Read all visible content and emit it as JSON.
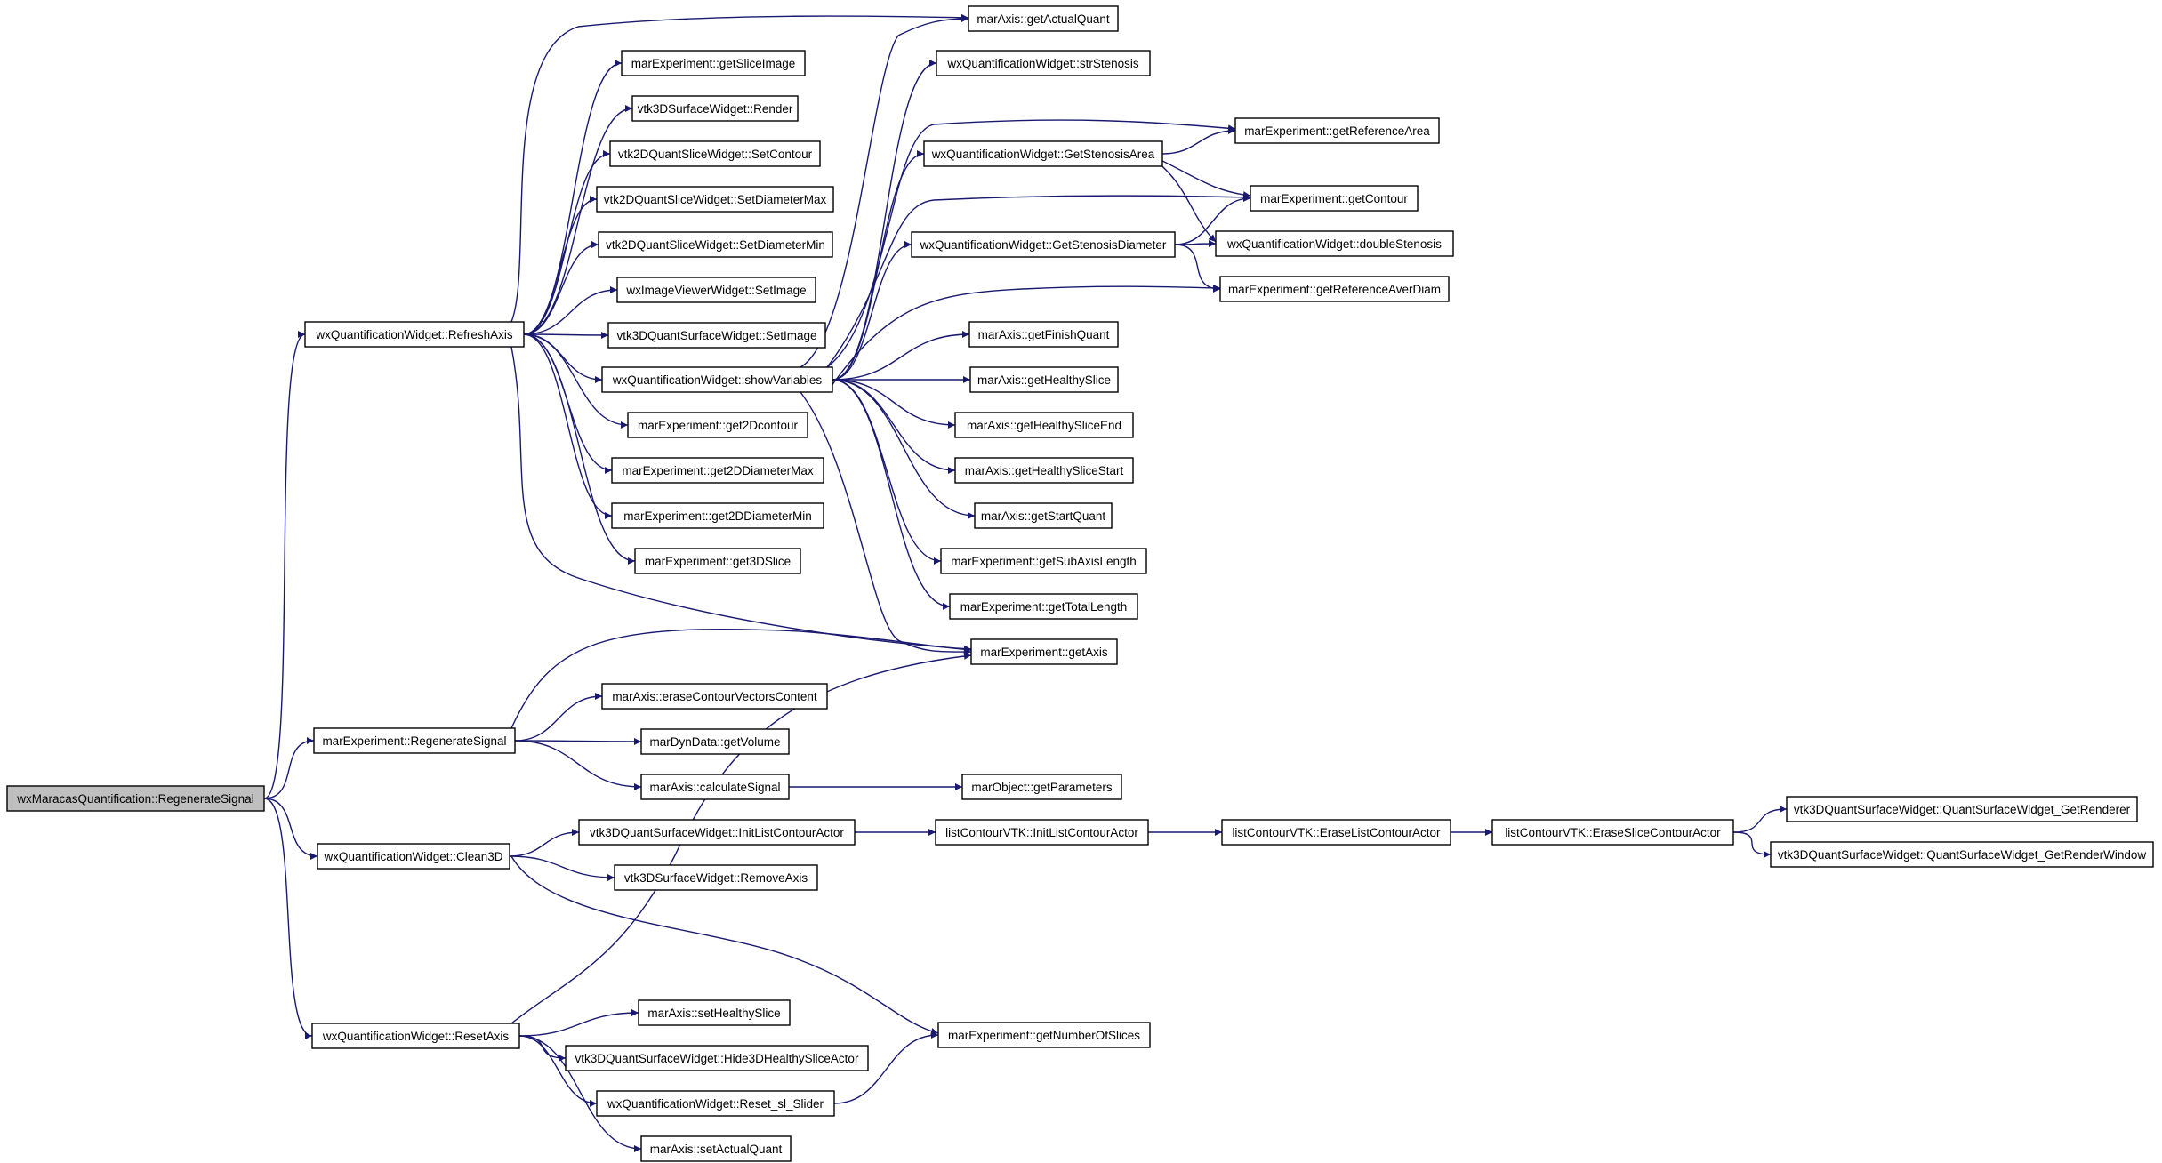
{
  "colors": {
    "edge": "#191970",
    "root_fill": "#bfbfbf",
    "node_fill": "#ffffff",
    "node_stroke": "#000000"
  },
  "nodes": [
    {
      "id": "n0",
      "label": "wxMaracasQuantification::RegenerateSignal",
      "root": true
    },
    {
      "id": "n1",
      "label": "wxQuantificationWidget::RefreshAxis"
    },
    {
      "id": "n2",
      "label": "marExperiment::RegenerateSignal"
    },
    {
      "id": "n3",
      "label": "wxQuantificationWidget::Clean3D"
    },
    {
      "id": "n4",
      "label": "wxQuantificationWidget::ResetAxis"
    },
    {
      "id": "n5",
      "label": "marExperiment::getSliceImage"
    },
    {
      "id": "n6",
      "label": "vtk3DSurfaceWidget::Render"
    },
    {
      "id": "n7",
      "label": "vtk2DQuantSliceWidget::SetContour"
    },
    {
      "id": "n8",
      "label": "vtk2DQuantSliceWidget::SetDiameterMax"
    },
    {
      "id": "n9",
      "label": "vtk2DQuantSliceWidget::SetDiameterMin"
    },
    {
      "id": "n10",
      "label": "wxImageViewerWidget::SetImage"
    },
    {
      "id": "n11",
      "label": "vtk3DQuantSurfaceWidget::SetImage"
    },
    {
      "id": "n12",
      "label": "wxQuantificationWidget::showVariables"
    },
    {
      "id": "n13",
      "label": "marExperiment::get2Dcontour"
    },
    {
      "id": "n14",
      "label": "marExperiment::get2DDiameterMax"
    },
    {
      "id": "n15",
      "label": "marExperiment::get2DDiameterMin"
    },
    {
      "id": "n16",
      "label": "marExperiment::get3DSlice"
    },
    {
      "id": "n17",
      "label": "marAxis::getActualQuant"
    },
    {
      "id": "n18",
      "label": "wxQuantificationWidget::strStenosis"
    },
    {
      "id": "n19",
      "label": "wxQuantificationWidget::GetStenosisArea"
    },
    {
      "id": "n20",
      "label": "wxQuantificationWidget::GetStenosisDiameter"
    },
    {
      "id": "n21",
      "label": "marAxis::getFinishQuant"
    },
    {
      "id": "n22",
      "label": "marAxis::getHealthySlice"
    },
    {
      "id": "n23",
      "label": "marAxis::getHealthySliceEnd"
    },
    {
      "id": "n24",
      "label": "marAxis::getHealthySliceStart"
    },
    {
      "id": "n25",
      "label": "marAxis::getStartQuant"
    },
    {
      "id": "n26",
      "label": "marExperiment::getSubAxisLength"
    },
    {
      "id": "n27",
      "label": "marExperiment::getTotalLength"
    },
    {
      "id": "n28",
      "label": "marExperiment::getAxis"
    },
    {
      "id": "n29",
      "label": "marExperiment::getReferenceArea"
    },
    {
      "id": "n30",
      "label": "marExperiment::getContour"
    },
    {
      "id": "n31",
      "label": "wxQuantificationWidget::doubleStenosis"
    },
    {
      "id": "n32",
      "label": "marExperiment::getReferenceAverDiam"
    },
    {
      "id": "n33",
      "label": "marAxis::eraseContourVectorsContent"
    },
    {
      "id": "n34",
      "label": "marDynData::getVolume"
    },
    {
      "id": "n35",
      "label": "marAxis::calculateSignal"
    },
    {
      "id": "n36",
      "label": "marObject::getParameters"
    },
    {
      "id": "n37",
      "label": "vtk3DQuantSurfaceWidget::InitListContourActor"
    },
    {
      "id": "n38",
      "label": "vtk3DSurfaceWidget::RemoveAxis"
    },
    {
      "id": "n39",
      "label": "listContourVTK::InitListContourActor"
    },
    {
      "id": "n40",
      "label": "listContourVTK::EraseListContourActor"
    },
    {
      "id": "n41",
      "label": "listContourVTK::EraseSliceContourActor"
    },
    {
      "id": "n42",
      "label": "vtk3DQuantSurfaceWidget::QuantSurfaceWidget_GetRenderer"
    },
    {
      "id": "n43",
      "label": "vtk3DQuantSurfaceWidget::QuantSurfaceWidget_GetRenderWindow"
    },
    {
      "id": "n44",
      "label": "marExperiment::getNumberOfSlices"
    },
    {
      "id": "n45",
      "label": "marAxis::setHealthySlice"
    },
    {
      "id": "n46",
      "label": "vtk3DQuantSurfaceWidget::Hide3DHealthySliceActor"
    },
    {
      "id": "n47",
      "label": "wxQuantificationWidget::Reset_sl_Slider"
    },
    {
      "id": "n48",
      "label": "marAxis::setActualQuant"
    }
  ],
  "edges": [
    [
      "n0",
      "n1"
    ],
    [
      "n0",
      "n2"
    ],
    [
      "n0",
      "n3"
    ],
    [
      "n0",
      "n4"
    ],
    [
      "n1",
      "n17"
    ],
    [
      "n1",
      "n5"
    ],
    [
      "n1",
      "n6"
    ],
    [
      "n1",
      "n7"
    ],
    [
      "n1",
      "n8"
    ],
    [
      "n1",
      "n9"
    ],
    [
      "n1",
      "n10"
    ],
    [
      "n1",
      "n11"
    ],
    [
      "n1",
      "n12"
    ],
    [
      "n1",
      "n13"
    ],
    [
      "n1",
      "n14"
    ],
    [
      "n1",
      "n15"
    ],
    [
      "n1",
      "n16"
    ],
    [
      "n1",
      "n28"
    ],
    [
      "n12",
      "n17"
    ],
    [
      "n12",
      "n18"
    ],
    [
      "n12",
      "n19"
    ],
    [
      "n12",
      "n20"
    ],
    [
      "n12",
      "n21"
    ],
    [
      "n12",
      "n22"
    ],
    [
      "n12",
      "n23"
    ],
    [
      "n12",
      "n24"
    ],
    [
      "n12",
      "n25"
    ],
    [
      "n12",
      "n26"
    ],
    [
      "n12",
      "n27"
    ],
    [
      "n12",
      "n28"
    ],
    [
      "n12",
      "n29"
    ],
    [
      "n12",
      "n30"
    ],
    [
      "n12",
      "n32"
    ],
    [
      "n19",
      "n29"
    ],
    [
      "n19",
      "n30"
    ],
    [
      "n19",
      "n31"
    ],
    [
      "n20",
      "n30"
    ],
    [
      "n20",
      "n31"
    ],
    [
      "n20",
      "n32"
    ],
    [
      "n2",
      "n28"
    ],
    [
      "n2",
      "n33"
    ],
    [
      "n2",
      "n34"
    ],
    [
      "n2",
      "n35"
    ],
    [
      "n35",
      "n36"
    ],
    [
      "n3",
      "n37"
    ],
    [
      "n3",
      "n38"
    ],
    [
      "n3",
      "n44"
    ],
    [
      "n37",
      "n39"
    ],
    [
      "n39",
      "n40"
    ],
    [
      "n40",
      "n41"
    ],
    [
      "n41",
      "n42"
    ],
    [
      "n41",
      "n43"
    ],
    [
      "n4",
      "n28"
    ],
    [
      "n4",
      "n45"
    ],
    [
      "n4",
      "n46"
    ],
    [
      "n4",
      "n47"
    ],
    [
      "n4",
      "n48"
    ],
    [
      "n47",
      "n44"
    ]
  ]
}
